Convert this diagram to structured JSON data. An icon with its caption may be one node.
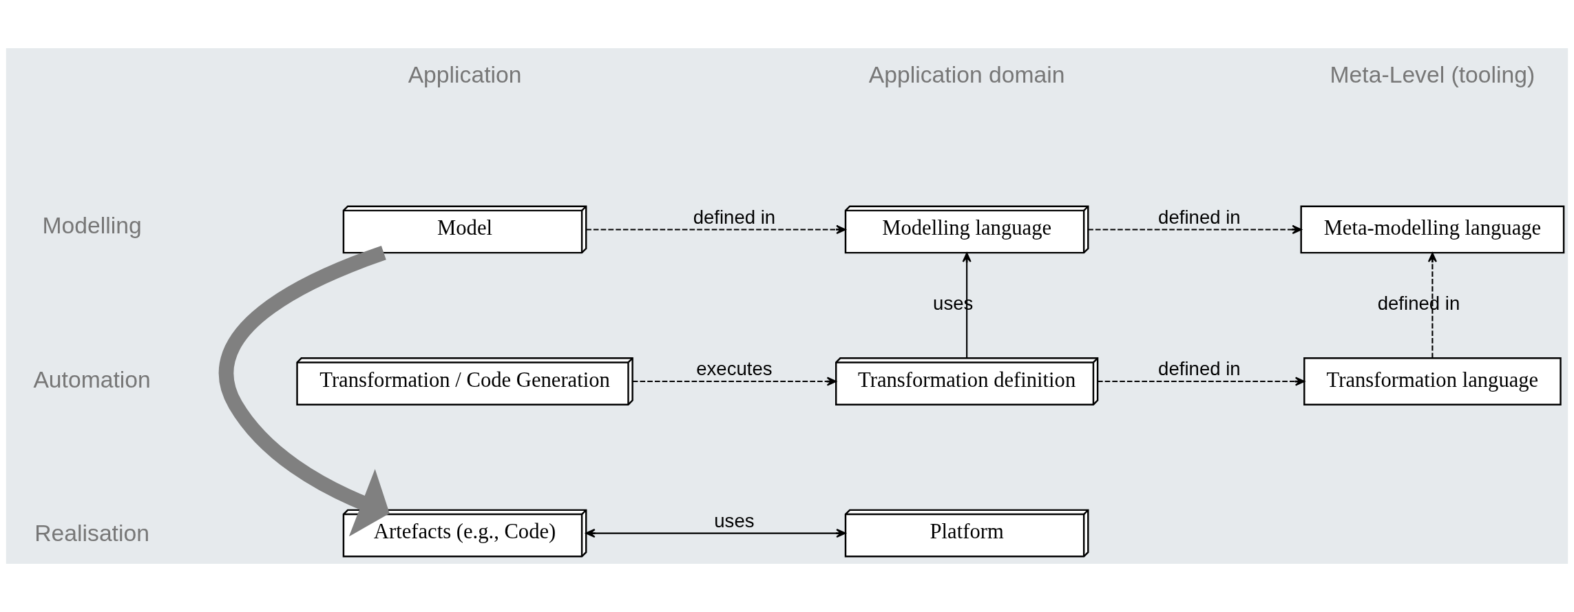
{
  "diagram": {
    "nodes": [
      {
        "text": [
          "Model"
        ]
      },
      {
        "text": [
          "Modelling language"
        ]
      },
      {
        "text": [
          "Meta-modelling language"
        ]
      },
      {
        "text": [
          "Transformation / Code Generation"
        ]
      },
      {
        "text": [
          "Transformation definition"
        ]
      },
      {
        "text": [
          "Transformation language"
        ]
      },
      {
        "text": [
          "Artefacts (e.g., Code)"
        ]
      },
      {
        "text": [
          "Platform"
        ]
      }
    ],
    "edges": [
      {
        "from": 0,
        "to": 1,
        "arrow": "to",
        "label": "defined in",
        "style": "dashed"
      },
      {
        "from": 1,
        "to": 2,
        "arrow": "to",
        "label": "defined in",
        "style": "dashed"
      },
      {
        "from": 0,
        "to": 6,
        "arrow": "to",
        "style": "thick",
        "color": "#808080"
      },
      {
        "from": 4,
        "to": 1,
        "arrow": "to",
        "label": "uses"
      },
      {
        "from": 5,
        "to": 2,
        "arrow": "to",
        "label": "defined in",
        "style": "dashed"
      },
      {
        "from": 3,
        "to": 4,
        "arrow": "to",
        "label": "executes",
        "style": "dashed"
      },
      {
        "from": 4,
        "to": 5,
        "arrow": "to",
        "label": "defined in",
        "style": "dashed"
      },
      {
        "from": 6,
        "to": 7,
        "arrow": "both",
        "label": "uses"
      }
    ],
    "labels": [
      "Application",
      "Application domain",
      "Meta-Level (tooling)",
      "Modelling",
      "Automation",
      "Realisation"
    ]
  }
}
